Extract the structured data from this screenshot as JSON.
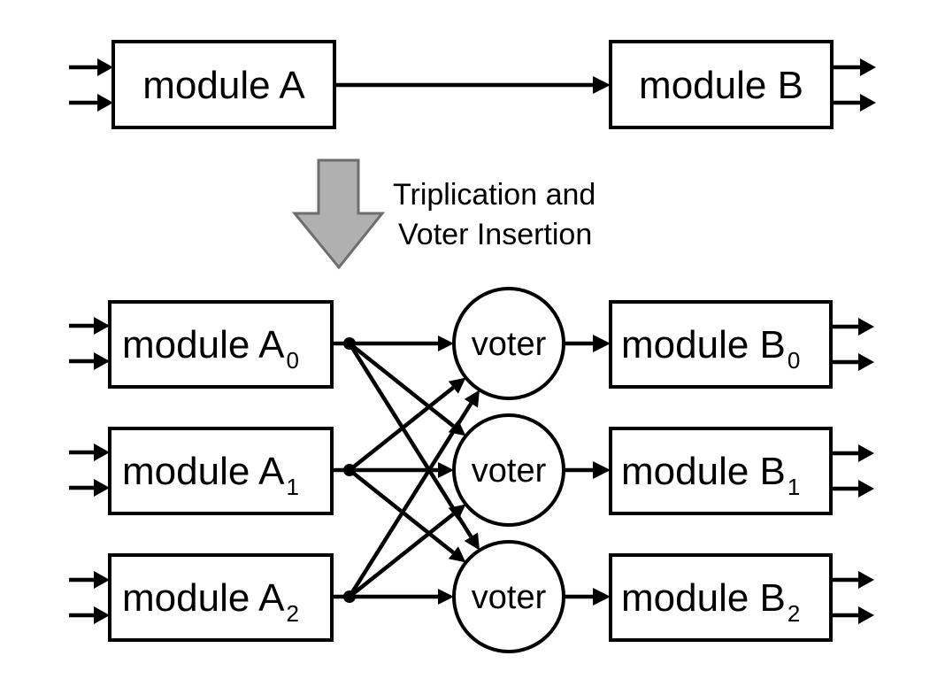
{
  "top": {
    "module_a": "module A",
    "module_b": "module B"
  },
  "transform": {
    "line1": "Triplication and",
    "line2": "Voter Insertion"
  },
  "triplicated": {
    "a_prefix": "module A",
    "b_prefix": "module B",
    "indices": [
      "0",
      "1",
      "2"
    ],
    "voter_label": "voter"
  },
  "colors": {
    "stroke": "#000000",
    "transform_arrow_fill": "#b0b0b0",
    "transform_arrow_stroke": "#6e6e6e"
  }
}
